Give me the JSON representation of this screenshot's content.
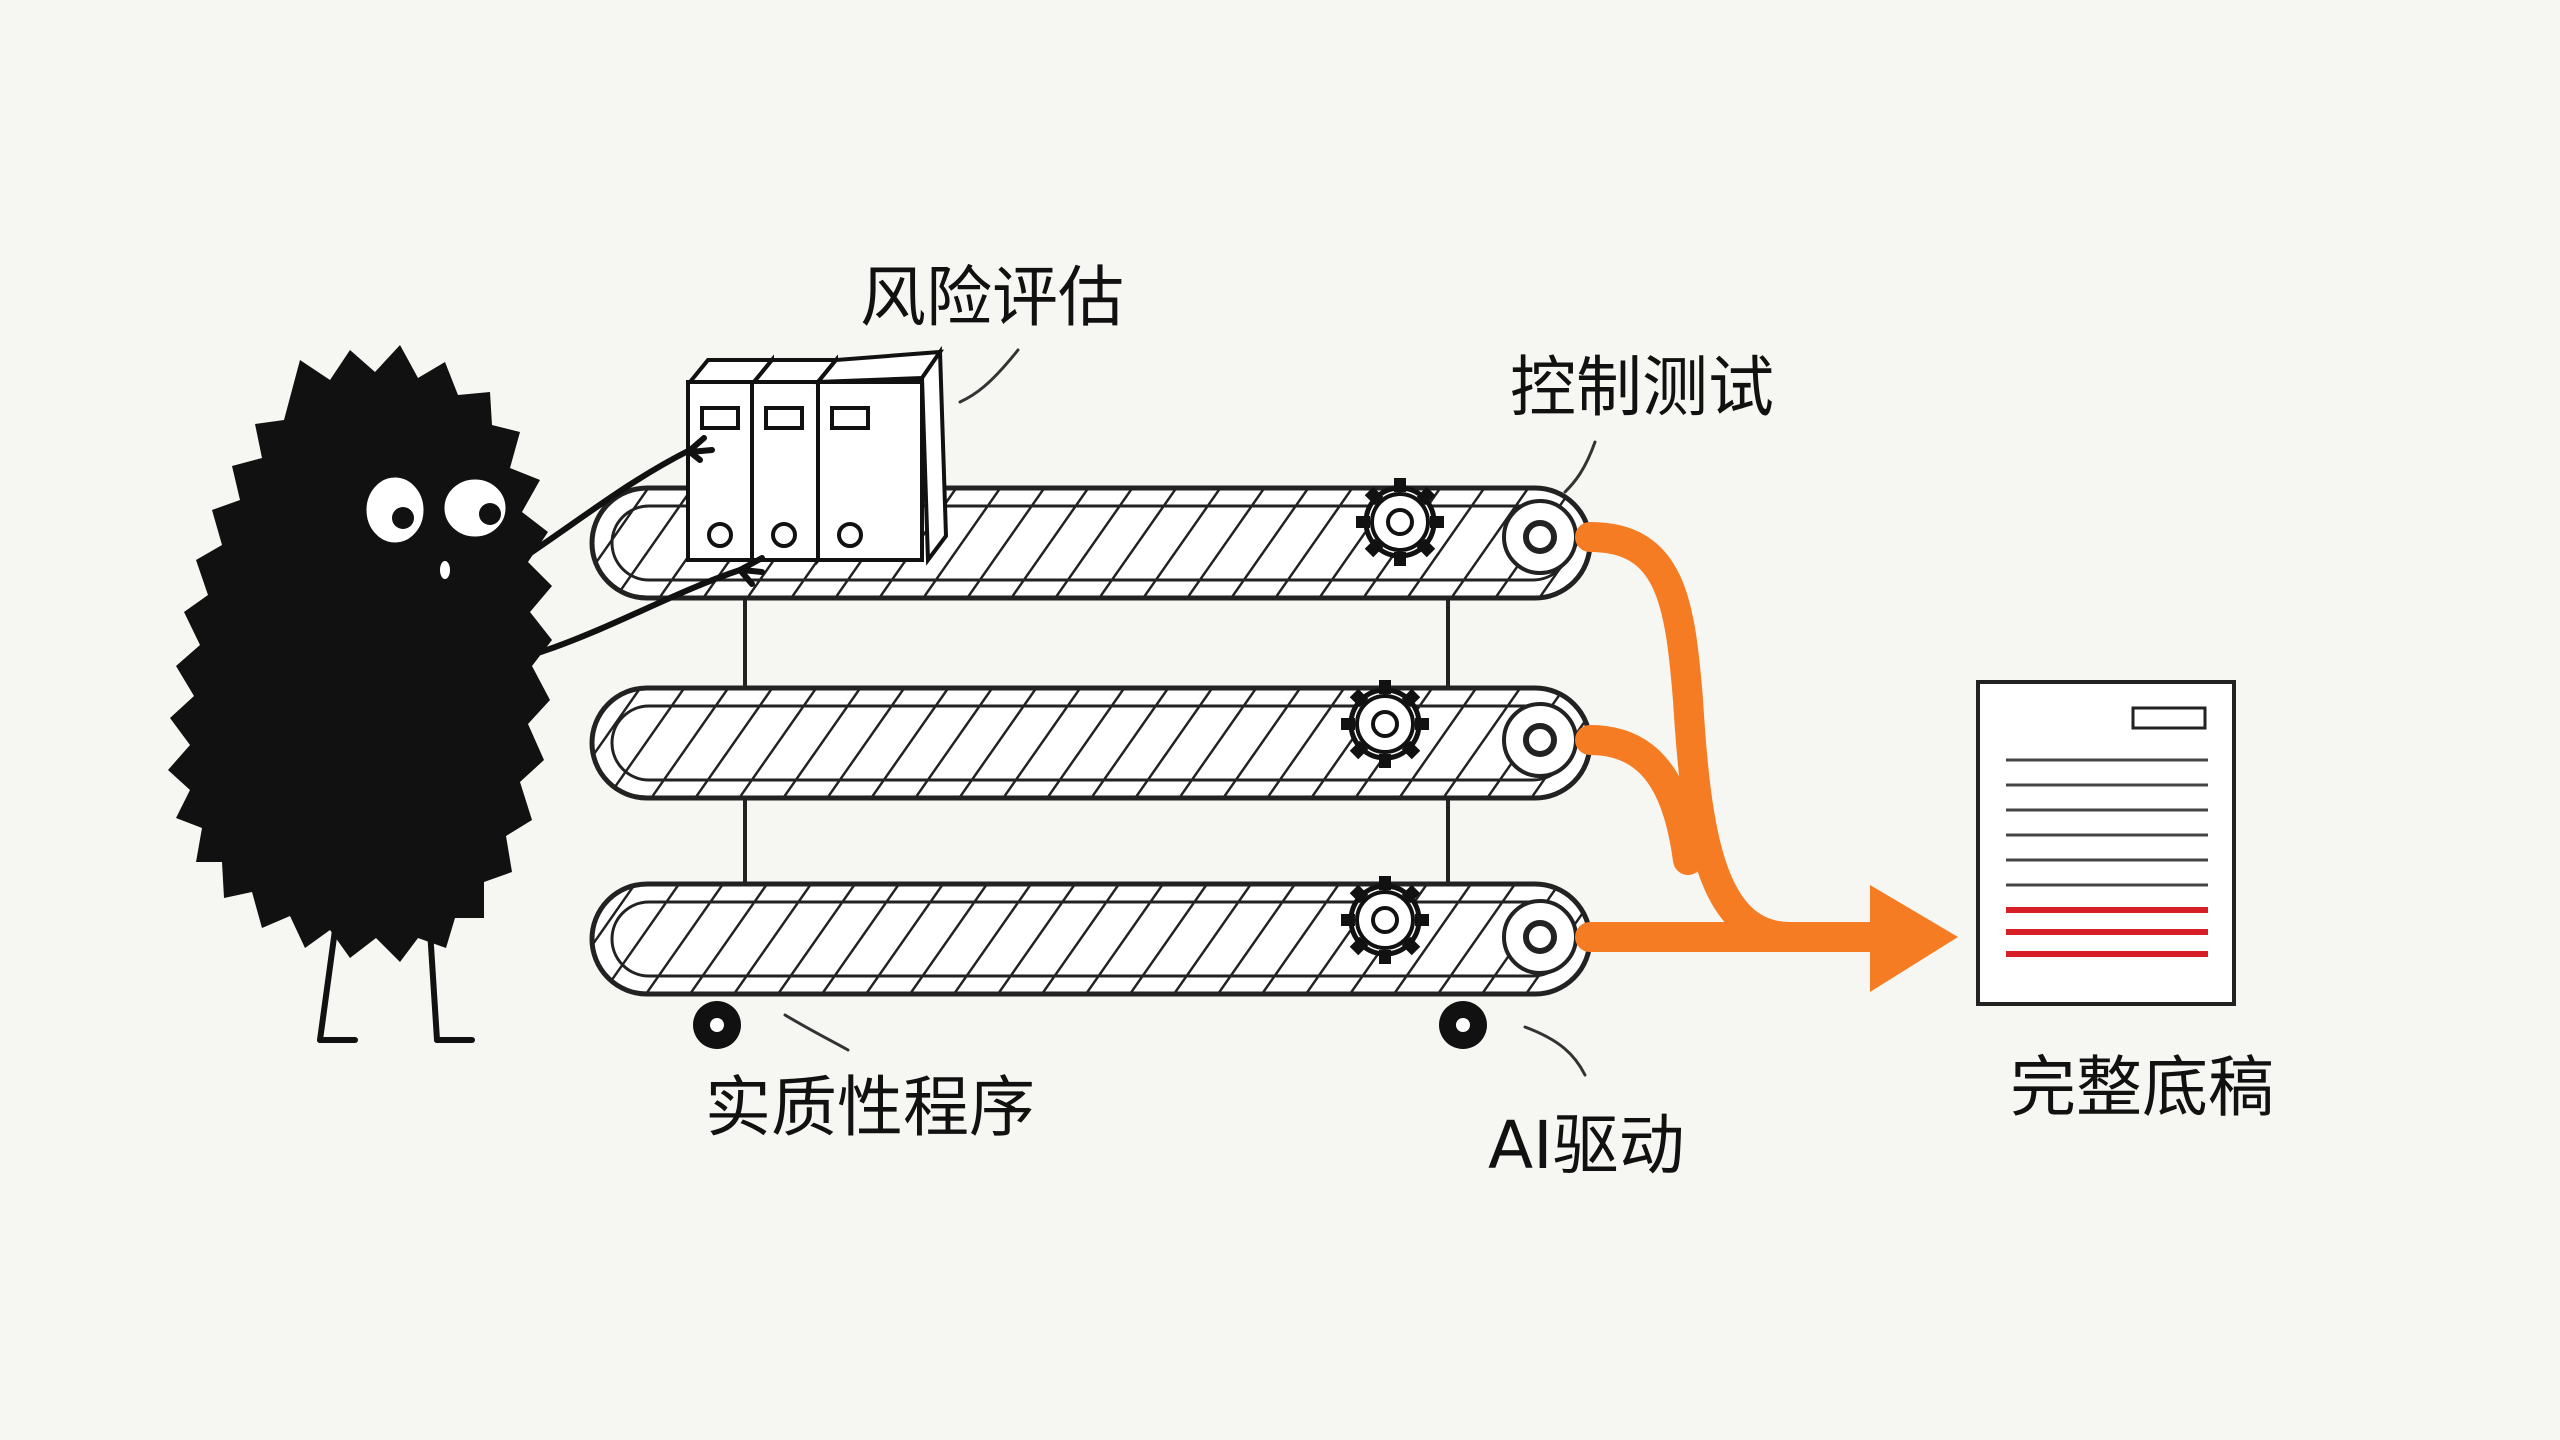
{
  "labels": {
    "risk_assessment": "风险评估",
    "control_testing": "控制测试",
    "substantive_procedures": "实质性程序",
    "ai_driven": "AI驱动",
    "complete_draft": "完整底稿"
  },
  "colors": {
    "background": "#f6f6f2",
    "ink": "#111111",
    "arrow": "#f57c22",
    "highlight_lines": "#d61f26"
  },
  "icons": [
    "furry-creature-icon",
    "binder-icon",
    "gear-icon",
    "pulley-icon",
    "wheel-icon",
    "document-icon"
  ]
}
